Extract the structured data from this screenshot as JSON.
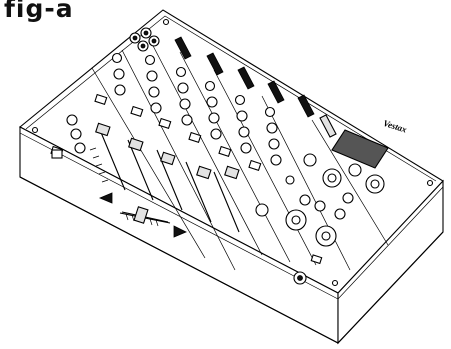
{
  "figure": {
    "label": "fig-a"
  },
  "device": {
    "brand": "Vestax",
    "brand_logo": "vestax-wing-logo"
  },
  "icons": {
    "arrow_left": "left-arrow-icon",
    "arrow_right": "right-arrow-icon"
  }
}
